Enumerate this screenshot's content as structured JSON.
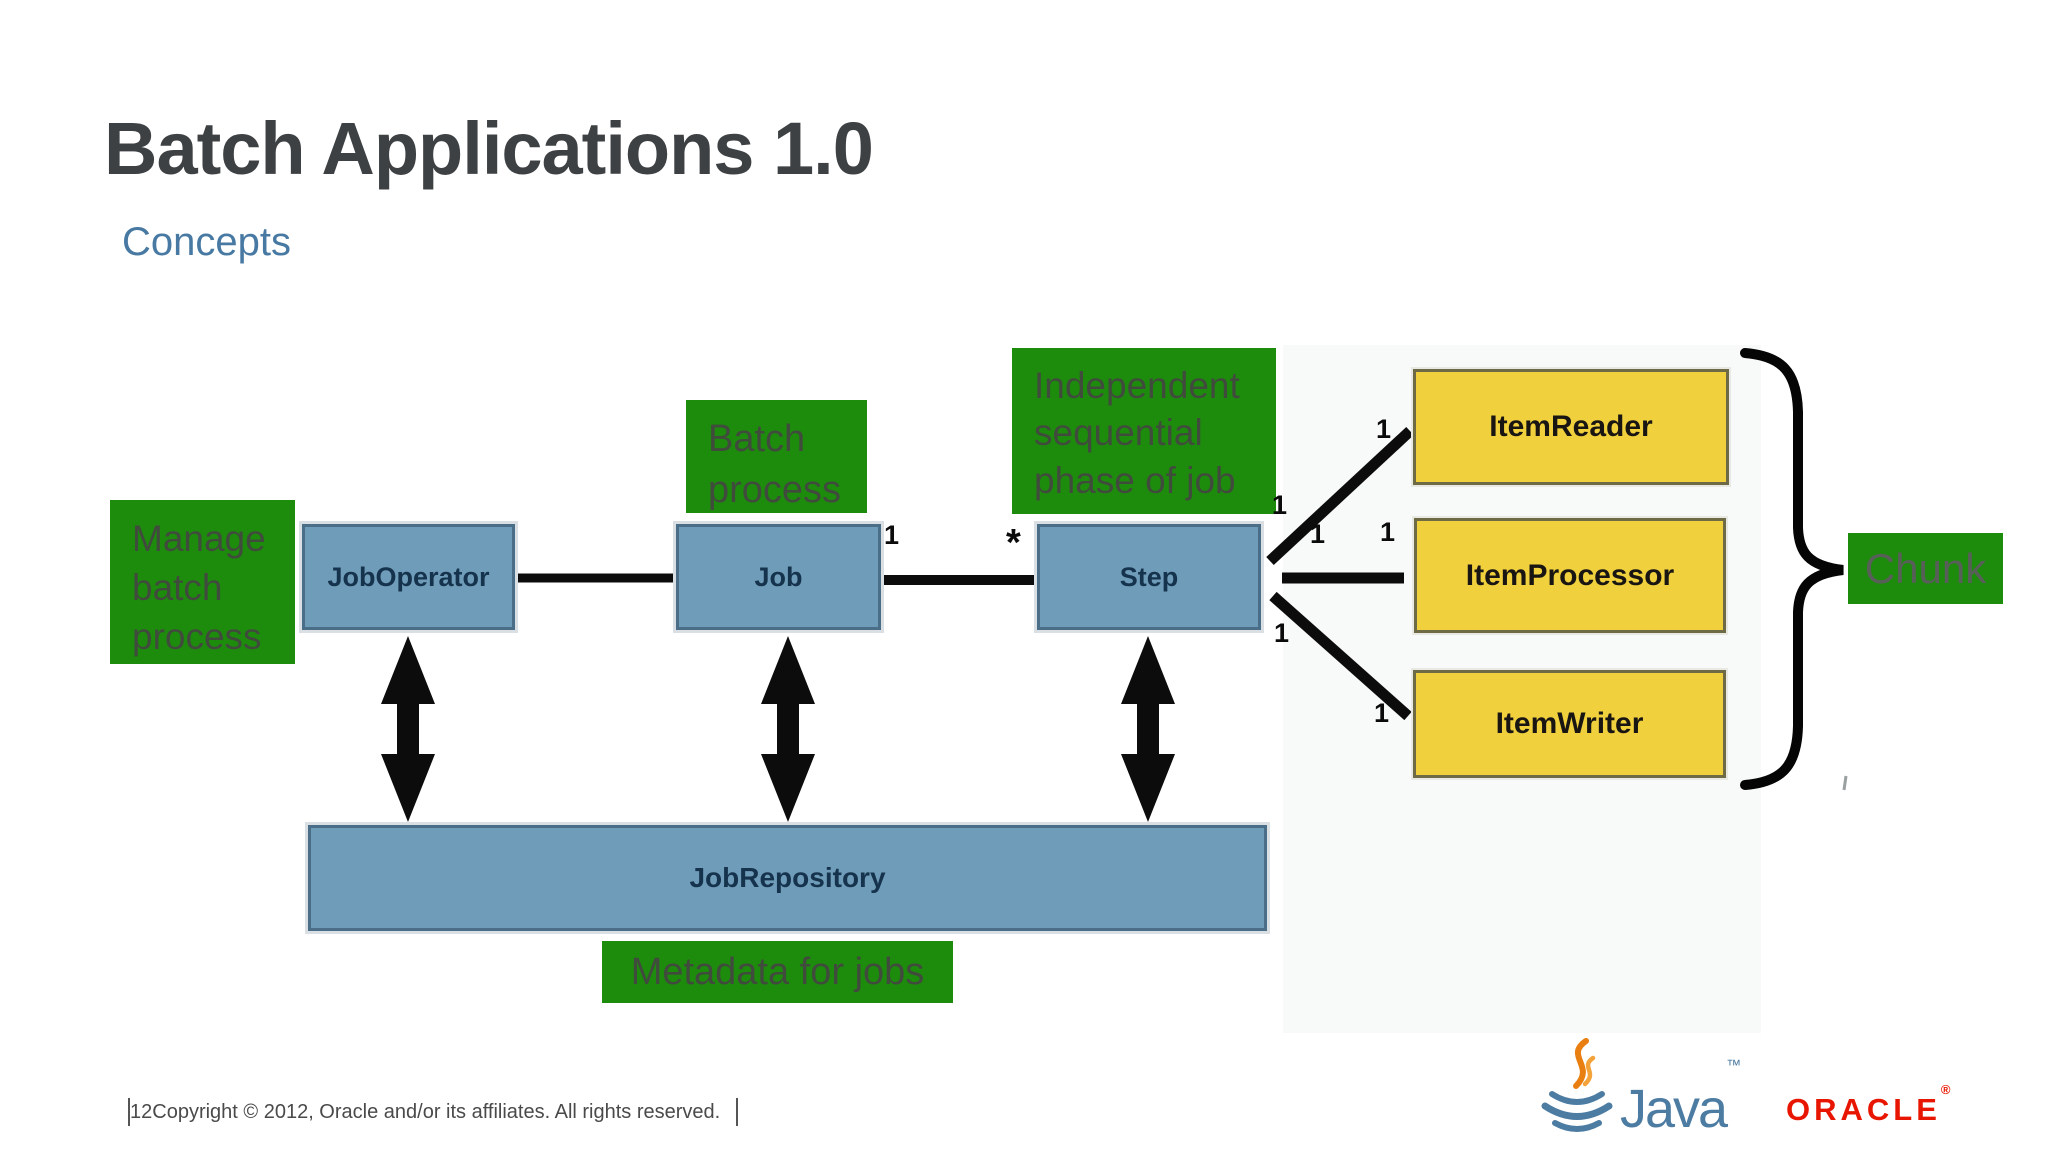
{
  "slide": {
    "title": "Batch Applications 1.0",
    "subtitle": "Concepts"
  },
  "footer": {
    "page_number": "12",
    "copyright": "Copyright © 2012, Oracle and/or its affiliates. All rights reserved."
  },
  "logos": {
    "java_wordmark": "Java",
    "java_trademark": "™",
    "oracle_wordmark": "ORACLE",
    "oracle_registered": "®"
  },
  "colors": {
    "node_fill": "#6f9cb9",
    "node_border": "#4a6e87",
    "annotation_green": "#1d8c0c",
    "item_fill": "#f1d03d",
    "item_border": "#6e6a45",
    "title_text": "#3e4143",
    "subtitle_text": "#4779a3",
    "connector_black": "#0c0c0c",
    "oracle_red": "#e81600",
    "java_blue": "#4d7ca3",
    "java_orange": "#e87f10"
  },
  "diagram": {
    "nodes": {
      "job_operator": "JobOperator",
      "job": "Job",
      "step": "Step",
      "item_reader": "ItemReader",
      "item_processor": "ItemProcessor",
      "item_writer": "ItemWriter",
      "job_repository": "JobRepository"
    },
    "annotations": {
      "manage": "Manage\nbatch\nprocess",
      "batch": "Batch\nprocess",
      "independent": "Independent\nsequential\nphase of job",
      "metadata": "Metadata for jobs",
      "chunk": "Chunk"
    },
    "multiplicities": {
      "job_side": "1",
      "step_side": "*",
      "reader_step": "1",
      "reader_item": "1",
      "processor_step": "1",
      "processor_item": "1",
      "writer_step": "1",
      "writer_item": "1"
    }
  }
}
